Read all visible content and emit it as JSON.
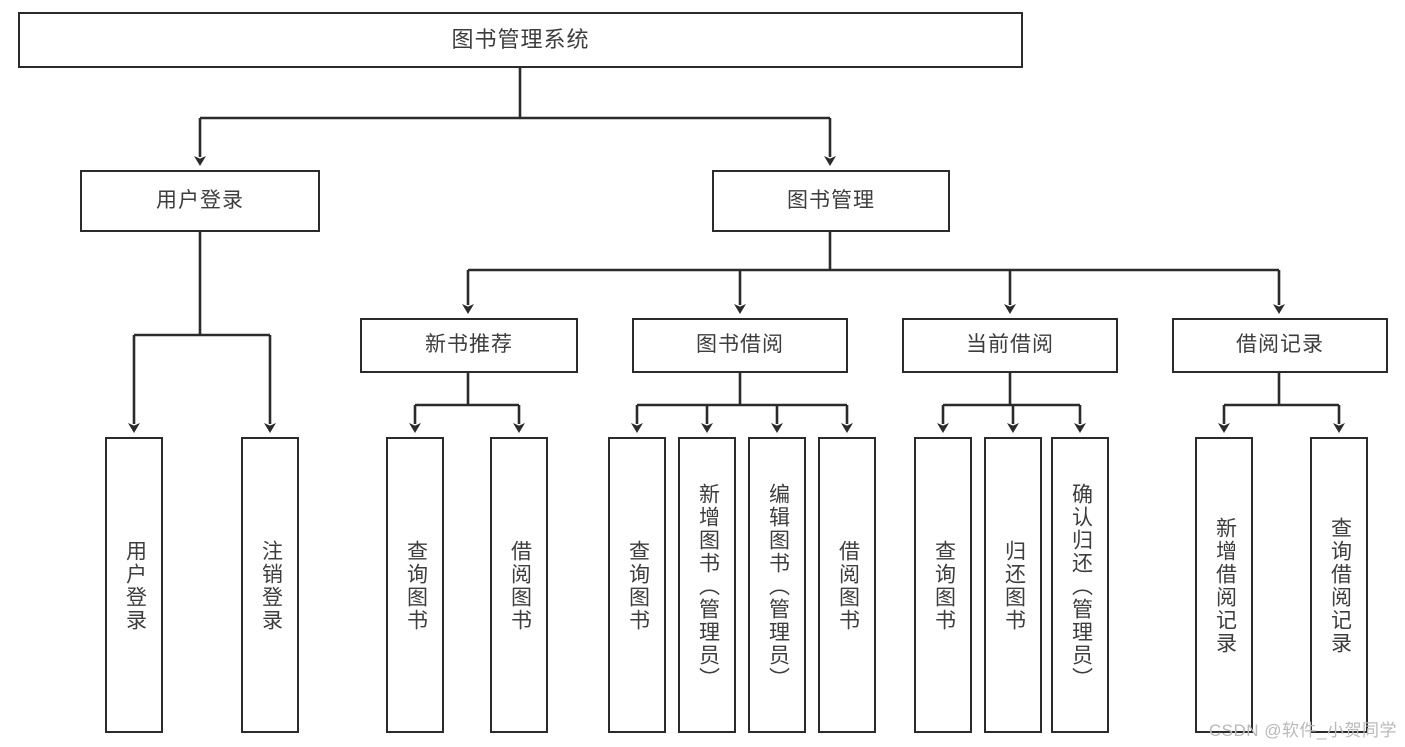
{
  "diagram": {
    "type": "tree-hierarchy",
    "title": "图书管理系统",
    "watermark": "CSDN @软件_小贺同学",
    "colors": {
      "box_border": "#2b2b2b",
      "box_fill": "#ffffff",
      "connector": "#2b2b2b",
      "text": "#3d3d3d",
      "watermark": "#b9b9b9",
      "background": "#ffffff"
    },
    "root": {
      "id": "root",
      "label": "图书管理系统"
    },
    "level2": [
      {
        "id": "user-login",
        "label": "用户登录"
      },
      {
        "id": "book-manage",
        "label": "图书管理"
      }
    ],
    "level3": [
      {
        "id": "new-book-recommend",
        "label": "新书推荐",
        "parent": "book-manage"
      },
      {
        "id": "book-borrow",
        "label": "图书借阅",
        "parent": "book-manage"
      },
      {
        "id": "current-borrow",
        "label": "当前借阅",
        "parent": "book-manage"
      },
      {
        "id": "borrow-record",
        "label": "借阅记录",
        "parent": "book-manage"
      }
    ],
    "leaves": [
      {
        "id": "leaf-user-login",
        "label": "用户登录",
        "parent": "user-login"
      },
      {
        "id": "leaf-logout-login",
        "label": "注销登录",
        "parent": "user-login"
      },
      {
        "id": "leaf-query-book-1",
        "label": "查询图书",
        "parent": "new-book-recommend"
      },
      {
        "id": "leaf-borrow-book-1",
        "label": "借阅图书",
        "parent": "new-book-recommend"
      },
      {
        "id": "leaf-query-book-2",
        "label": "查询图书",
        "parent": "book-borrow"
      },
      {
        "id": "leaf-add-book",
        "label": "新增图书（管理员）",
        "parent": "book-borrow"
      },
      {
        "id": "leaf-edit-book",
        "label": "编辑图书（管理员）",
        "parent": "book-borrow"
      },
      {
        "id": "leaf-borrow-book-2",
        "label": "借阅图书",
        "parent": "book-borrow"
      },
      {
        "id": "leaf-query-book-3",
        "label": "查询图书",
        "parent": "current-borrow"
      },
      {
        "id": "leaf-return-book",
        "label": "归还图书",
        "parent": "current-borrow"
      },
      {
        "id": "leaf-confirm-return",
        "label": "确认归还（管理员）",
        "parent": "current-borrow"
      },
      {
        "id": "leaf-add-record",
        "label": "新增借阅记录",
        "parent": "borrow-record"
      },
      {
        "id": "leaf-query-record",
        "label": "查询借阅记录",
        "parent": "borrow-record"
      }
    ]
  }
}
